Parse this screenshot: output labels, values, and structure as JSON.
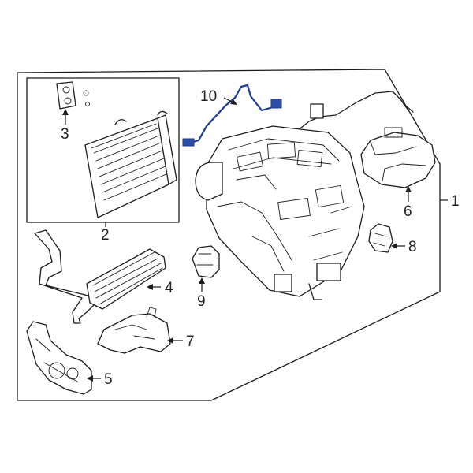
{
  "callouts": [
    {
      "id": "1",
      "label": "1"
    },
    {
      "id": "2",
      "label": "2"
    },
    {
      "id": "3",
      "label": "3"
    },
    {
      "id": "4",
      "label": "4"
    },
    {
      "id": "5",
      "label": "5"
    },
    {
      "id": "6",
      "label": "6"
    },
    {
      "id": "7",
      "label": "7"
    },
    {
      "id": "8",
      "label": "8"
    },
    {
      "id": "9",
      "label": "9"
    },
    {
      "id": "10",
      "label": "10"
    }
  ],
  "colors": {
    "line": "#1c1c1c",
    "highlight": "#1f3a93",
    "background": "#ffffff"
  }
}
